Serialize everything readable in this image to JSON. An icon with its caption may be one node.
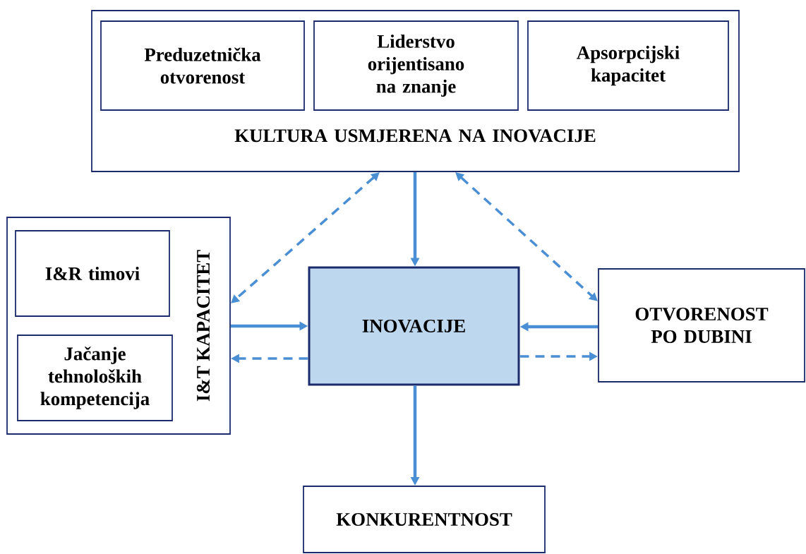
{
  "diagram": {
    "nodes": [
      {
        "text": [
          "KULTURA USMJERENA NA INOVACIJE"
        ]
      },
      {
        "text": [
          "Preduzetnička otvorenost"
        ],
        "in": 0
      },
      {
        "text": [
          "Liderstvo orijentisano na znanje"
        ],
        "in": 0
      },
      {
        "text": [
          "Apsorpcijski kapacitet"
        ],
        "in": 0
      },
      {
        "text": [
          "I&T KAPACITET"
        ]
      },
      {
        "text": [
          "I&R timovi"
        ],
        "in": 4
      },
      {
        "text": [
          "Jačanje tehnoloških kompetencija"
        ],
        "in": 4
      },
      {
        "text": [
          "INOVACIJE"
        ]
      },
      {
        "text": [
          "OTVORENOST PO DUBINI"
        ]
      },
      {
        "text": [
          "KONKURENTNOST"
        ]
      }
    ],
    "edges": [
      {
        "from": 0,
        "to": 7,
        "arrow": "to"
      },
      {
        "from": 0,
        "to": 4,
        "arrow": "both",
        "style": "dashed"
      },
      {
        "from": 0,
        "to": 8,
        "arrow": "both",
        "style": "dashed"
      },
      {
        "from": 4,
        "to": 7,
        "arrow": "to"
      },
      {
        "from": 7,
        "to": 4,
        "arrow": "to",
        "style": "dashed"
      },
      {
        "from": 8,
        "to": 7,
        "arrow": "to"
      },
      {
        "from": 7,
        "to": 8,
        "arrow": "to",
        "style": "dashed"
      },
      {
        "from": 7,
        "to": 9,
        "arrow": "to"
      }
    ]
  }
}
